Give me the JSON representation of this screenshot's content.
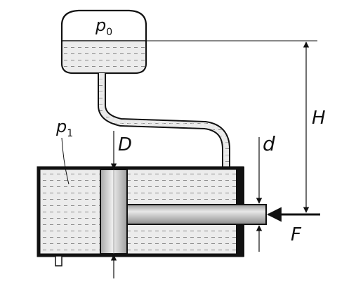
{
  "labels": {
    "p0_base": "p",
    "p0_sub": "0",
    "p1_base": "p",
    "p1_sub": "1",
    "D": "D",
    "d": "d",
    "H": "H",
    "F": "F"
  },
  "colors": {
    "liquid": "#e6e6e6",
    "liquid_lines": "#8a8a8a",
    "wall": "#111111",
    "rod": "#bdbdbd",
    "piston": "#cfcfcf"
  }
}
